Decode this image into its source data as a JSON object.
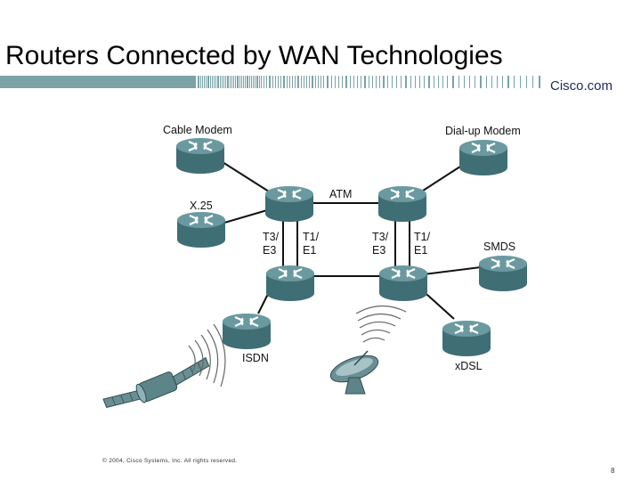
{
  "slide": {
    "title": "Routers Connected by WAN Technologies",
    "brand": "Cisco.com",
    "copyright": "© 2004, Cisco Systems, Inc. All rights reserved.",
    "page_number": "8"
  },
  "colors": {
    "header_band": "#7aa3a8",
    "router_top": "#5c8c91",
    "router_side": "#3f6e74",
    "link": "#111111"
  },
  "diagram": {
    "labels": {
      "cable_modem": "Cable Modem",
      "dialup_modem": "Dial-up Modem",
      "x25": "X.25",
      "atm": "ATM",
      "t3_e3_left": [
        "T3/",
        "E3"
      ],
      "t1_e1_left": [
        "T1/",
        "E1"
      ],
      "t3_e3_right": [
        "T3/",
        "E3"
      ],
      "t1_e1_right": [
        "T1/",
        "E1"
      ],
      "smds": "SMDS",
      "isdn": "ISDN",
      "xdsl": "xDSL"
    },
    "icons": {
      "router": "router-icon",
      "satellite": "satellite-icon",
      "dish": "satellite-dish-icon",
      "signal": "radio-waves-icon"
    }
  }
}
